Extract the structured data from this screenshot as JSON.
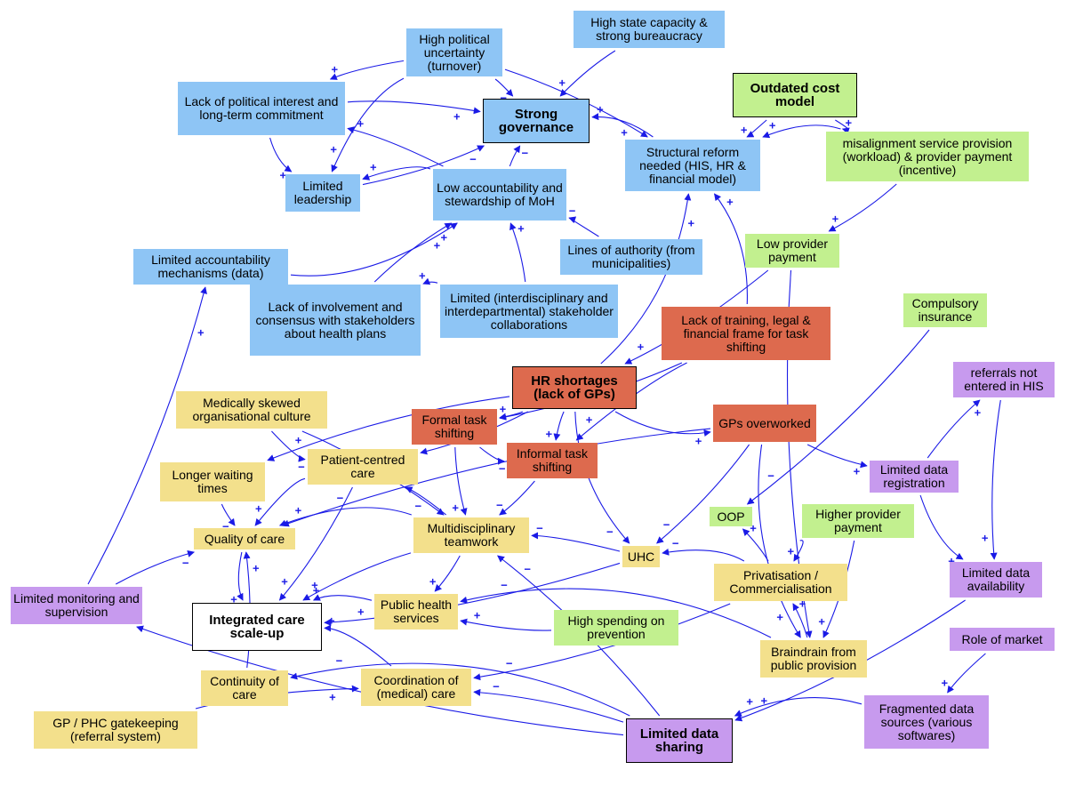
{
  "colors": {
    "governance": "#8ec5f5",
    "finance": "#c2f08f",
    "workforce": "#dd6a4e",
    "delivery": "#f3e08c",
    "information": "#c79aee",
    "outcome": "#ffffff",
    "arrow": "#1a1ae6"
  },
  "nodes": [
    {
      "id": "high_political_uncertainty",
      "text": "High political uncertainty (turnover)",
      "group": "governance"
    },
    {
      "id": "high_state_capacity",
      "text": "High state capacity & strong bureaucracy",
      "group": "governance"
    },
    {
      "id": "lack_political_interest",
      "text": "Lack of political interest and long-term commitment",
      "group": "governance"
    },
    {
      "id": "strong_governance",
      "text": "Strong governance",
      "group": "governance",
      "core": true
    },
    {
      "id": "outdated_cost_model",
      "text": "Outdated cost model",
      "group": "finance",
      "core": true
    },
    {
      "id": "structural_reform",
      "text": "Structural reform needed (HIS, HR & financial model)",
      "group": "governance"
    },
    {
      "id": "misalignment",
      "text": "misalignment service provision (workload) & provider payment (incentive)",
      "group": "finance"
    },
    {
      "id": "limited_leadership",
      "text": "Limited leadership",
      "group": "governance"
    },
    {
      "id": "low_accountability",
      "text": "Low accountability and stewardship of MoH",
      "group": "governance"
    },
    {
      "id": "lines_of_authority",
      "text": "Lines of authority (from municipalities)",
      "group": "governance"
    },
    {
      "id": "low_provider_payment",
      "text": "Low provider payment",
      "group": "finance"
    },
    {
      "id": "limited_accountability_mech",
      "text": "Limited accountability mechanisms (data)",
      "group": "governance"
    },
    {
      "id": "lack_involvement",
      "text": "Lack of involvement and consensus with stakeholders about health plans",
      "group": "governance"
    },
    {
      "id": "limited_collab",
      "text": "Limited (interdisciplinary and interdepartmental) stakeholder collaborations",
      "group": "governance"
    },
    {
      "id": "lack_training",
      "text": "Lack of training, legal & financial frame for task shifting",
      "group": "workforce"
    },
    {
      "id": "compulsory_insurance",
      "text": "Compulsory insurance",
      "group": "finance"
    },
    {
      "id": "referrals_not_entered",
      "text": "referrals not entered in HIS",
      "group": "information"
    },
    {
      "id": "hr_shortages",
      "text": "HR shortages (lack of GPs)",
      "group": "workforce",
      "core": true
    },
    {
      "id": "medically_skewed",
      "text": "Medically skewed organisational culture",
      "group": "delivery"
    },
    {
      "id": "formal_task_shifting",
      "text": "Formal task shifting",
      "group": "workforce"
    },
    {
      "id": "gps_overworked",
      "text": "GPs overworked",
      "group": "workforce"
    },
    {
      "id": "informal_task_shifting",
      "text": "Informal task shifting",
      "group": "workforce"
    },
    {
      "id": "patient_centred_care",
      "text": "Patient-centred care",
      "group": "delivery"
    },
    {
      "id": "limited_data_registration",
      "text": "Limited data registration",
      "group": "information"
    },
    {
      "id": "longer_waiting_times",
      "text": "Longer waiting times",
      "group": "delivery"
    },
    {
      "id": "oop",
      "text": "OOP",
      "group": "finance"
    },
    {
      "id": "higher_provider_payment",
      "text": "Higher provider payment",
      "group": "finance"
    },
    {
      "id": "quality_of_care",
      "text": "Quality of care",
      "group": "delivery"
    },
    {
      "id": "multidisciplinary_teamwork",
      "text": "Multidisciplinary teamwork",
      "group": "delivery"
    },
    {
      "id": "uhc",
      "text": "UHC",
      "group": "delivery"
    },
    {
      "id": "limited_data_availability",
      "text": "Limited data availability",
      "group": "information"
    },
    {
      "id": "privatisation",
      "text": "Privatisation / Commercialisation",
      "group": "delivery"
    },
    {
      "id": "limited_monitoring",
      "text": "Limited monitoring and supervision",
      "group": "information"
    },
    {
      "id": "public_health_services",
      "text": "Public health services",
      "group": "delivery"
    },
    {
      "id": "integrated_care",
      "text": "Integrated care scale-up",
      "group": "outcome",
      "core": true
    },
    {
      "id": "high_spending_prevention",
      "text": "High spending on prevention",
      "group": "finance"
    },
    {
      "id": "role_of_market",
      "text": "Role of market",
      "group": "information"
    },
    {
      "id": "braindrain",
      "text": "Braindrain from public provision",
      "group": "delivery"
    },
    {
      "id": "continuity_of_care",
      "text": "Continuity of care",
      "group": "delivery"
    },
    {
      "id": "coordination_of_care",
      "text": "Coordination of (medical) care",
      "group": "delivery"
    },
    {
      "id": "gp_gatekeeping",
      "text": "GP / PHC gatekeeping (referral system)",
      "group": "delivery"
    },
    {
      "id": "fragmented_data",
      "text": "Fragmented data sources (various softwares)",
      "group": "information"
    },
    {
      "id": "limited_data_sharing",
      "text": "Limited data sharing",
      "group": "information",
      "core": true
    }
  ],
  "edges": [
    {
      "from": "high_political_uncertainty",
      "to": "strong_governance",
      "sign": "−"
    },
    {
      "from": "high_political_uncertainty",
      "to": "lack_political_interest",
      "sign": "+"
    },
    {
      "from": "high_political_uncertainty",
      "to": "limited_leadership",
      "sign": "+"
    },
    {
      "from": "high_political_uncertainty",
      "to": "structural_reform",
      "sign": "+"
    },
    {
      "from": "high_state_capacity",
      "to": "strong_governance",
      "sign": "+"
    },
    {
      "from": "lack_political_interest",
      "to": "limited_leadership",
      "sign": "+"
    },
    {
      "from": "lack_political_interest",
      "to": "strong_governance",
      "sign": "+"
    },
    {
      "from": "limited_leadership",
      "to": "strong_governance",
      "sign": "−"
    },
    {
      "from": "low_accountability",
      "to": "limited_leadership",
      "sign": "+"
    },
    {
      "from": "low_accountability",
      "to": "strong_governance",
      "sign": "−"
    },
    {
      "from": "low_accountability",
      "to": "lack_political_interest",
      "sign": "+"
    },
    {
      "from": "structural_reform",
      "to": "strong_governance",
      "sign": "+"
    },
    {
      "from": "outdated_cost_model",
      "to": "structural_reform",
      "sign": "+"
    },
    {
      "from": "outdated_cost_model",
      "to": "misalignment",
      "sign": "+"
    },
    {
      "from": "misalignment",
      "to": "structural_reform",
      "sign": "+"
    },
    {
      "from": "misalignment",
      "to": "low_provider_payment",
      "sign": "+"
    },
    {
      "from": "lines_of_authority",
      "to": "low_accountability",
      "sign": "−"
    },
    {
      "from": "limited_accountability_mech",
      "to": "low_accountability",
      "sign": "+"
    },
    {
      "from": "lack_involvement",
      "to": "low_accountability",
      "sign": "+"
    },
    {
      "from": "limited_collab",
      "to": "low_accountability",
      "sign": "+"
    },
    {
      "from": "limited_collab",
      "to": "lack_involvement",
      "sign": "+"
    },
    {
      "from": "low_provider_payment",
      "to": "hr_shortages",
      "sign": "+"
    },
    {
      "from": "low_provider_payment",
      "to": "braindrain",
      "sign": "+"
    },
    {
      "from": "lack_training",
      "to": "structural_reform",
      "sign": "+"
    },
    {
      "from": "lack_training",
      "to": "formal_task_shifting",
      "sign": "−"
    },
    {
      "from": "lack_training",
      "to": "informal_task_shifting",
      "sign": "+"
    },
    {
      "from": "hr_shortages",
      "to": "structural_reform",
      "sign": "+"
    },
    {
      "from": "hr_shortages",
      "to": "formal_task_shifting",
      "sign": "+"
    },
    {
      "from": "hr_shortages",
      "to": "informal_task_shifting",
      "sign": "+"
    },
    {
      "from": "hr_shortages",
      "to": "gps_overworked",
      "sign": "+"
    },
    {
      "from": "hr_shortages",
      "to": "patient_centred_care",
      "sign": "−"
    },
    {
      "from": "hr_shortages",
      "to": "longer_waiting_times",
      "sign": "+"
    },
    {
      "from": "hr_shortages",
      "to": "uhc",
      "sign": "−"
    },
    {
      "from": "compulsory_insurance",
      "to": "oop",
      "sign": "−"
    },
    {
      "from": "referrals_not_entered",
      "to": "limited_data_availability",
      "sign": "+"
    },
    {
      "from": "medically_skewed",
      "to": "patient_centred_care",
      "sign": "−"
    },
    {
      "from": "medically_skewed",
      "to": "multidisciplinary_teamwork",
      "sign": "−"
    },
    {
      "from": "formal_task_shifting",
      "to": "multidisciplinary_teamwork",
      "sign": "+"
    },
    {
      "from": "formal_task_shifting",
      "to": "informal_task_shifting",
      "sign": "−"
    },
    {
      "from": "informal_task_shifting",
      "to": "multidisciplinary_teamwork",
      "sign": "−"
    },
    {
      "from": "gps_overworked",
      "to": "limited_data_registration",
      "sign": "+"
    },
    {
      "from": "gps_overworked",
      "to": "braindrain",
      "sign": "+"
    },
    {
      "from": "gps_overworked",
      "to": "uhc",
      "sign": "−"
    },
    {
      "from": "gps_overworked",
      "to": "quality_of_care",
      "sign": "−"
    },
    {
      "from": "limited_data_registration",
      "to": "limited_data_availability",
      "sign": "+"
    },
    {
      "from": "limited_data_registration",
      "to": "referrals_not_entered",
      "sign": "+"
    },
    {
      "from": "longer_waiting_times",
      "to": "quality_of_care",
      "sign": "−"
    },
    {
      "from": "patient_centred_care",
      "to": "quality_of_care",
      "sign": "+"
    },
    {
      "from": "patient_centred_care",
      "to": "integrated_care",
      "sign": "+"
    },
    {
      "from": "multidisciplinary_teamwork",
      "to": "patient_centred_care",
      "sign": "+"
    },
    {
      "from": "multidisciplinary_teamwork",
      "to": "quality_of_care",
      "sign": "+"
    },
    {
      "from": "multidisciplinary_teamwork",
      "to": "public_health_services",
      "sign": "+"
    },
    {
      "from": "multidisciplinary_teamwork",
      "to": "integrated_care",
      "sign": "+"
    },
    {
      "from": "quality_of_care",
      "to": "integrated_care",
      "sign": "+"
    },
    {
      "from": "uhc",
      "to": "integrated_care",
      "sign": "+"
    },
    {
      "from": "uhc",
      "to": "multidisciplinary_teamwork",
      "sign": "−"
    },
    {
      "from": "higher_provider_payment",
      "to": "privatisation",
      "sign": "+"
    },
    {
      "from": "higher_provider_payment",
      "to": "braindrain",
      "sign": "+"
    },
    {
      "from": "privatisation",
      "to": "oop",
      "sign": "+"
    },
    {
      "from": "privatisation",
      "to": "uhc",
      "sign": "−"
    },
    {
      "from": "privatisation",
      "to": "coordination_of_care",
      "sign": "−"
    },
    {
      "from": "braindrain",
      "to": "privatisation",
      "sign": "+"
    },
    {
      "from": "braindrain",
      "to": "public_health_services",
      "sign": "−"
    },
    {
      "from": "limited_monitoring",
      "to": "quality_of_care",
      "sign": "−"
    },
    {
      "from": "limited_monitoring",
      "to": "limited_accountability_mech",
      "sign": "+"
    },
    {
      "from": "public_health_services",
      "to": "integrated_care",
      "sign": "+"
    },
    {
      "from": "high_spending_prevention",
      "to": "public_health_services",
      "sign": "+"
    },
    {
      "from": "continuity_of_care",
      "to": "quality_of_care",
      "sign": "+"
    },
    {
      "from": "coordination_of_care",
      "to": "integrated_care",
      "sign": "+"
    },
    {
      "from": "gp_gatekeeping",
      "to": "coordination_of_care",
      "sign": "+"
    },
    {
      "from": "role_of_market",
      "to": "fragmented_data",
      "sign": "+"
    },
    {
      "from": "fragmented_data",
      "to": "limited_data_sharing",
      "sign": "+"
    },
    {
      "from": "limited_data_availability",
      "to": "limited_data_sharing",
      "sign": "+"
    },
    {
      "from": "limited_data_sharing",
      "to": "coordination_of_care",
      "sign": "−"
    },
    {
      "from": "limited_data_sharing",
      "to": "continuity_of_care",
      "sign": "−"
    },
    {
      "from": "limited_data_sharing",
      "to": "limited_monitoring",
      "sign": "+"
    },
    {
      "from": "limited_data_sharing",
      "to": "multidisciplinary_teamwork",
      "sign": "−"
    }
  ]
}
